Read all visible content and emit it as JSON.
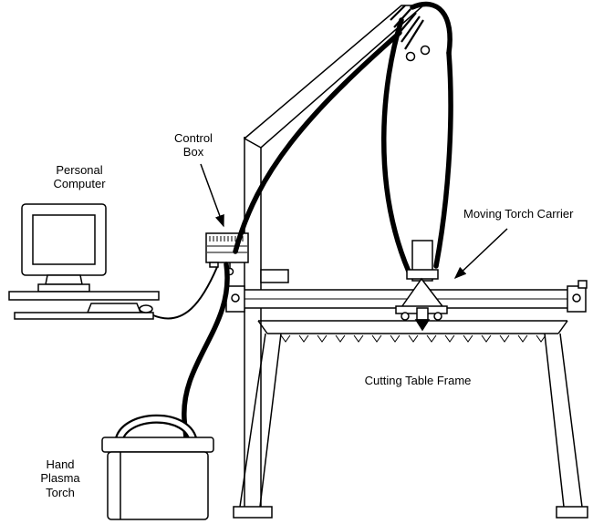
{
  "diagram": {
    "type": "technical-line-drawing",
    "subject": "CNC plasma cutting table system schematic",
    "labels": {
      "personal_computer": "Personal\nComputer",
      "control_box": "Control\nBox",
      "moving_torch_carrier": "Moving Torch Carrier",
      "cutting_table_frame": "Cutting Table Frame",
      "hand_plasma_torch": "Hand\nPlasma\nTorch"
    },
    "colors": {
      "line": "#000000",
      "background": "#ffffff",
      "cable": "#000000"
    }
  }
}
